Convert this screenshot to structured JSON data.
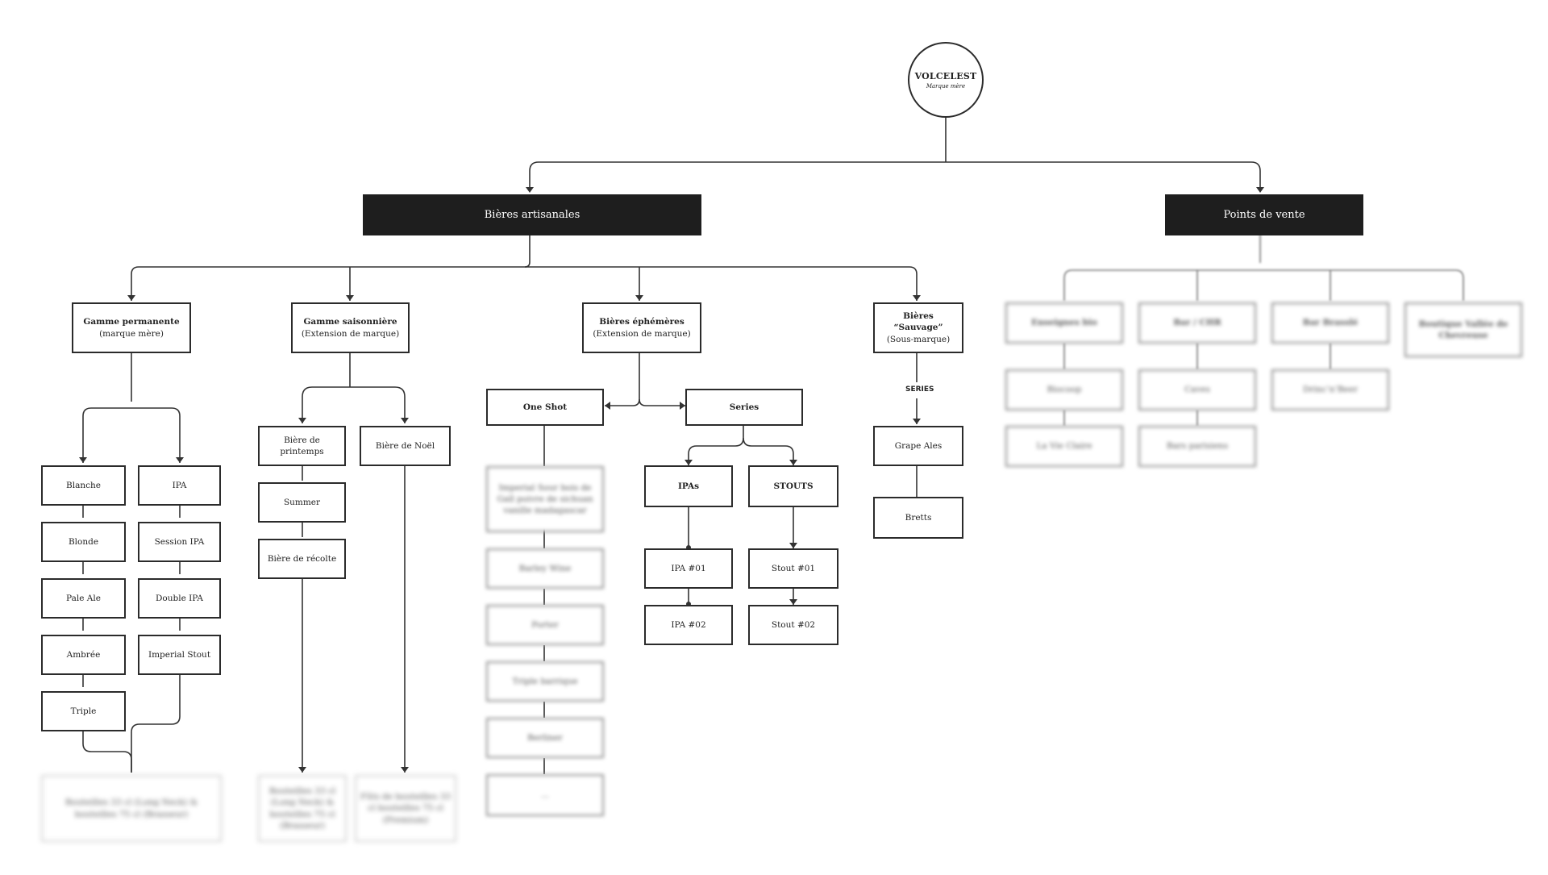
{
  "root": {
    "title": "VOLCELEST",
    "subtitle": "Marque mère"
  },
  "categories": {
    "bieres": "Bières artisanales",
    "points": "Points de vente"
  },
  "gammes": {
    "permanente": {
      "title": "Gamme permanente",
      "sub": "(marque mère)"
    },
    "saisonniere": {
      "title": "Gamme saisonnière",
      "sub": "(Extension de marque)"
    },
    "ephemeres": {
      "title": "Bières éphémères",
      "sub": "(Extension de marque)"
    },
    "sauvage": {
      "title": "Bières “Sauvage”",
      "sub": "(Sous-marque)"
    }
  },
  "permanente_left": [
    "Blanche",
    "Blonde",
    "Pale Ale",
    "Ambrée",
    "Triple"
  ],
  "permanente_right": [
    "IPA",
    "Session IPA",
    "Double IPA",
    "Imperial Stout"
  ],
  "permanente_bottle": "Bouteilles 33 cl (Long Neck) & bouteilles 75 cl (Brasseur)",
  "saisonniere_left": [
    "Bière de printemps",
    "Summer",
    "Bière de récolte"
  ],
  "saisonniere_right": [
    "Bière de Noël"
  ],
  "saisonniere_bottle_left": "Bouteilles 33 cl (Long Neck) & bouteilles 75 cl (Brasseur)",
  "saisonniere_bottle_right": "Fûts de bouteilles 33 cl bouteilles 75 cl (Premium)",
  "ephemeres": {
    "oneshot": "One Shot",
    "series": "Series",
    "oneshot_items": [
      "Imperial Sour bois de Gaïl poivre de sichuan vanille madagascar",
      "Barley Wine",
      "Porter",
      "Triple barrique",
      "Berliner",
      "..."
    ],
    "ipas": "IPAs",
    "stouts": "STOUTS",
    "ipa_items": [
      "IPA #01",
      "IPA #02"
    ],
    "stout_items": [
      "Stout #01",
      "Stout #02"
    ]
  },
  "sauvage": {
    "label": "SERIES",
    "items": [
      "Grape Ales",
      "Bretts"
    ]
  },
  "points": {
    "col1": [
      "Enseignes bio",
      "Biocoop",
      "La Vie Claire"
    ],
    "col2": [
      "Bar / CHR",
      "Caves",
      "Bars parisiens"
    ],
    "col3": [
      "Bar Brasslé",
      "Drinc’n’Beer"
    ],
    "col4": [
      "Boutique Vallée de Chevreuse"
    ]
  },
  "colors": {
    "line": "#333333",
    "dark_fill": "#1e1e1e"
  }
}
